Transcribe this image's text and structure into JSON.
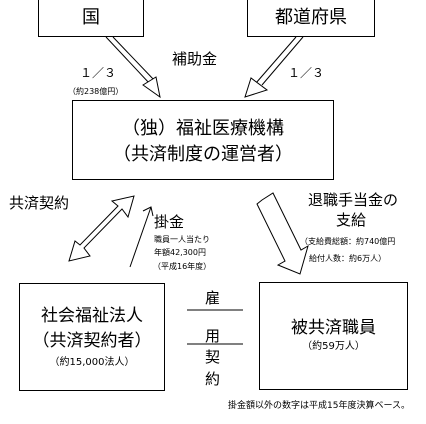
{
  "nodes": {
    "kuni": "国",
    "todofuken": "都道府県",
    "kiko_line1": "（独）福祉医療機構",
    "kiko_line2": "（共済制度の運営者）",
    "shakai_line1": "社会福祉法人",
    "shakai_line2": "（共済契約者）",
    "shakai_note": "（約15,000法人）",
    "hi_kyosai": "被共済職員",
    "hi_kyosai_note": "（約59万人）"
  },
  "labels": {
    "hojokin": "補助金",
    "ratio_left": "１／３",
    "ratio_right": "１／３",
    "hojokin_amount": "（約238億円）",
    "kyosai_keiyaku": "共済契約",
    "kakekin": "掛金",
    "kakekin_detail_1": "職員一人当たり",
    "kakekin_detail_2": "年額42,300円",
    "kakekin_detail_3": "（平成16年度）",
    "taishoku_1": "退職手当金の",
    "taishoku_2": "支給",
    "shikyu_1": "（支給費総額：約740億円",
    "shikyu_2": "給付人数：約6万人）",
    "koyo": [
      "雇",
      "用",
      "契",
      "約"
    ],
    "footnote": "掛金額以外の数字は平成15年度決算ベース。"
  }
}
